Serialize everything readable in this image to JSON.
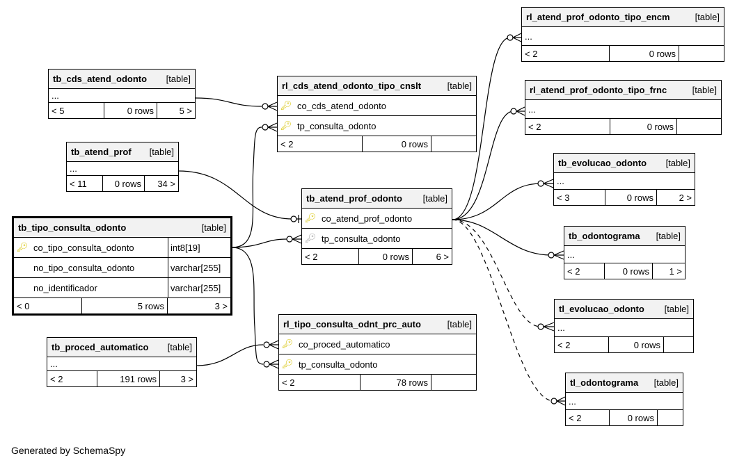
{
  "footer": "Generated by SchemaSpy",
  "tables": {
    "tb_cds_atend_odonto": {
      "name": "tb_cds_atend_odonto",
      "kind": "[table]",
      "ellipsis": "...",
      "parents": "< 5",
      "rows": "0 rows",
      "children": "5 >"
    },
    "tb_atend_prof": {
      "name": "tb_atend_prof",
      "kind": "[table]",
      "ellipsis": "...",
      "parents": "< 11",
      "rows": "0 rows",
      "children": "34 >"
    },
    "tb_tipo_consulta_odonto": {
      "name": "tb_tipo_consulta_odonto",
      "kind": "[table]",
      "columns": [
        {
          "name": "co_tipo_consulta_odonto",
          "type": "int8[19]",
          "key": "pk"
        },
        {
          "name": "no_tipo_consulta_odonto",
          "type": "varchar[255]",
          "key": ""
        },
        {
          "name": "no_identificador",
          "type": "varchar[255]",
          "key": ""
        }
      ],
      "parents": "< 0",
      "rows": "5 rows",
      "children": "3 >"
    },
    "tb_proced_automatico": {
      "name": "tb_proced_automatico",
      "kind": "[table]",
      "ellipsis": "...",
      "parents": "< 2",
      "rows": "191 rows",
      "children": "3 >"
    },
    "rl_cds_atend_odonto_tipo_cnslt": {
      "name": "rl_cds_atend_odonto_tipo_cnslt",
      "kind": "[table]",
      "columns": [
        {
          "name": "co_cds_atend_odonto",
          "key": "pk"
        },
        {
          "name": "tp_consulta_odonto",
          "key": "pk"
        }
      ],
      "parents": "< 2",
      "rows": "0 rows",
      "children": ""
    },
    "tb_atend_prof_odonto": {
      "name": "tb_atend_prof_odonto",
      "kind": "[table]",
      "columns": [
        {
          "name": "co_atend_prof_odonto",
          "key": "pk"
        },
        {
          "name": "tp_consulta_odonto",
          "key": "fk"
        }
      ],
      "parents": "< 2",
      "rows": "0 rows",
      "children": "6 >"
    },
    "rl_tipo_consulta_odnt_prc_auto": {
      "name": "rl_tipo_consulta_odnt_prc_auto",
      "kind": "[table]",
      "columns": [
        {
          "name": "co_proced_automatico",
          "key": "pk"
        },
        {
          "name": "tp_consulta_odonto",
          "key": "pk"
        }
      ],
      "parents": "< 2",
      "rows": "78 rows",
      "children": ""
    },
    "rl_atend_prof_odonto_tipo_encm": {
      "name": "rl_atend_prof_odonto_tipo_encm",
      "kind": "[table]",
      "ellipsis": "...",
      "parents": "< 2",
      "rows": "0 rows",
      "children": ""
    },
    "rl_atend_prof_odonto_tipo_frnc": {
      "name": "rl_atend_prof_odonto_tipo_frnc",
      "kind": "[table]",
      "ellipsis": "...",
      "parents": "< 2",
      "rows": "0 rows",
      "children": ""
    },
    "tb_evolucao_odonto": {
      "name": "tb_evolucao_odonto",
      "kind": "[table]",
      "ellipsis": "...",
      "parents": "< 3",
      "rows": "0 rows",
      "children": "2 >"
    },
    "tb_odontograma": {
      "name": "tb_odontograma",
      "kind": "[table]",
      "ellipsis": "...",
      "parents": "< 2",
      "rows": "0 rows",
      "children": "1 >"
    },
    "tl_evolucao_odonto": {
      "name": "tl_evolucao_odonto",
      "kind": "[table]",
      "ellipsis": "...",
      "parents": "< 2",
      "rows": "0 rows",
      "children": ""
    },
    "tl_odontograma": {
      "name": "tl_odontograma",
      "kind": "[table]",
      "ellipsis": "...",
      "parents": "< 2",
      "rows": "0 rows",
      "children": ""
    }
  },
  "colors": {
    "primary_key": "#d6c200",
    "foreign_key": "#a0a0a0",
    "header_bg": "#f2f2f2"
  }
}
